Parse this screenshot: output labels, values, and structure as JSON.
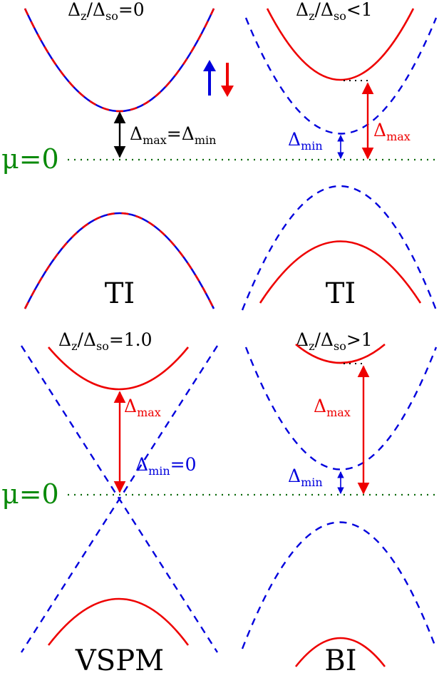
{
  "colors": {
    "spin_up": "#0000dd",
    "spin_down": "#ee0000",
    "mu_line": "#0a6a0a",
    "mu_text": "#0a8a0a",
    "annotation": "#000000"
  },
  "legend": {
    "up_arrow_icon": "arrow-up-icon",
    "down_arrow_icon": "arrow-down-icon"
  },
  "mu_label": {
    "text": "μ=0"
  },
  "panels": [
    {
      "ratio": {
        "base": "Δ",
        "sub1": "z",
        "slash": "/Δ",
        "sub2": "so",
        "relation": "=0"
      },
      "phase": "TI",
      "annotations": [
        {
          "base": "Δ",
          "sub": "max",
          "mid": "=Δ",
          "sub2": "min"
        }
      ]
    },
    {
      "ratio": {
        "base": "Δ",
        "sub1": "z",
        "slash": "/Δ",
        "sub2": "so",
        "relation": "<1"
      },
      "phase": "TI",
      "annotations": [
        {
          "base": "Δ",
          "sub": "max"
        },
        {
          "base": "Δ",
          "sub": "min"
        }
      ]
    },
    {
      "ratio": {
        "base": "Δ",
        "sub1": "z",
        "slash": "/Δ",
        "sub2": "so",
        "relation": "=1.0"
      },
      "phase": "VSPM",
      "annotations": [
        {
          "base": "Δ",
          "sub": "max"
        },
        {
          "base": "Δ",
          "sub": "min",
          "tail": "=0"
        }
      ]
    },
    {
      "ratio": {
        "base": "Δ",
        "sub1": "z",
        "slash": "/Δ",
        "sub2": "so",
        "relation": ">1"
      },
      "phase": "BI",
      "annotations": [
        {
          "base": "Δ",
          "sub": "max"
        },
        {
          "base": "Δ",
          "sub": "min"
        }
      ]
    }
  ]
}
